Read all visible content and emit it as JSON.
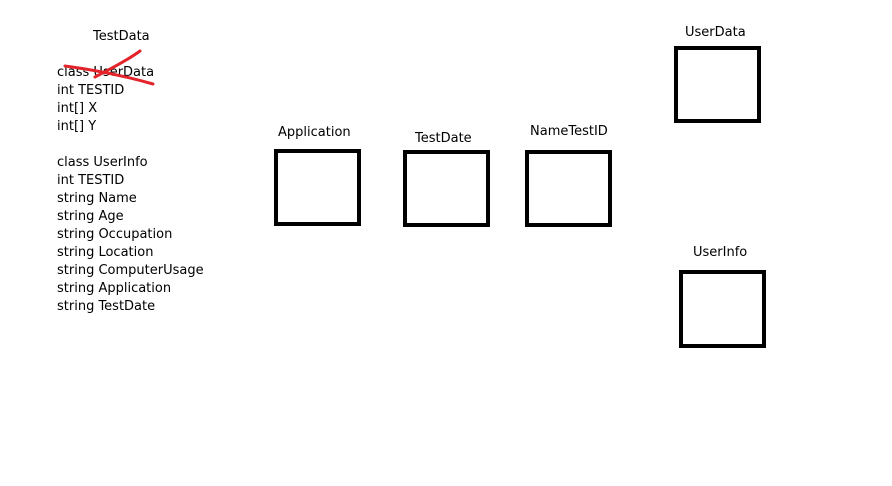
{
  "labels": {
    "testdata_title": "TestData",
    "application": "Application",
    "testdate": "TestDate",
    "nametestid": "NameTestID",
    "userdata": "UserData",
    "userinfo": "UserInfo"
  },
  "code": {
    "lines_1": [
      "class UserData",
      "int TESTID",
      "int[] X",
      "int[] Y"
    ],
    "lines_2": [
      "class UserInfo",
      "int TESTID",
      "string Name",
      "string Age",
      "string Occupation",
      "string Location",
      "string ComputerUsage",
      "string Application",
      "string TestDate"
    ]
  },
  "annotations": {
    "strike_color": "#e3242b"
  }
}
